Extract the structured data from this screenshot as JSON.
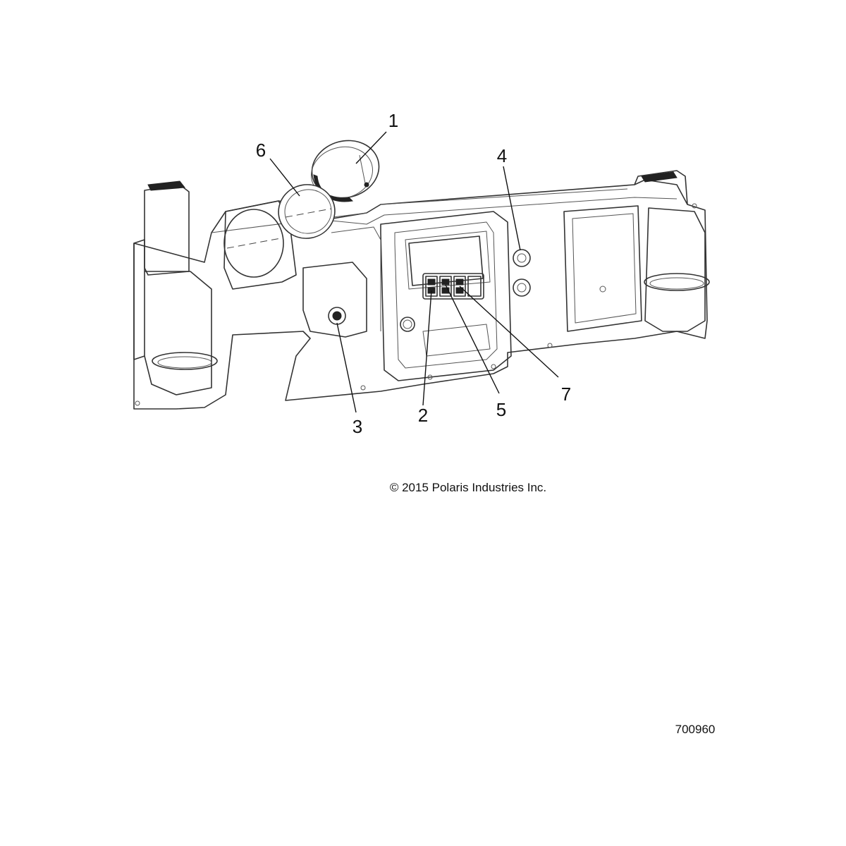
{
  "callouts": [
    {
      "id": "1",
      "label": "1"
    },
    {
      "id": "2",
      "label": "2"
    },
    {
      "id": "3",
      "label": "3"
    },
    {
      "id": "4",
      "label": "4"
    },
    {
      "id": "5",
      "label": "5"
    },
    {
      "id": "6",
      "label": "6"
    },
    {
      "id": "7",
      "label": "7"
    }
  ],
  "copyright": "© 2015 Polaris Industries Inc.",
  "figure_number": "700960"
}
